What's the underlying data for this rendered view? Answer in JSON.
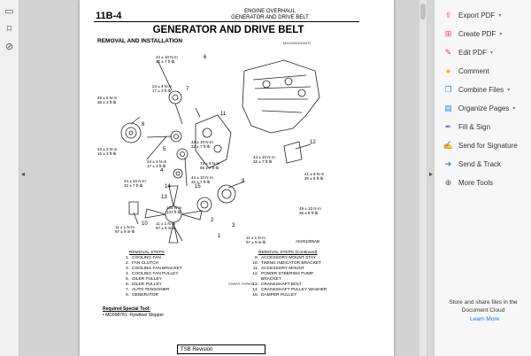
{
  "document": {
    "section": "11B-4",
    "header_lines": [
      "ENGINE OVERHAUL",
      "GENERATOR AND DRIVE BELT"
    ],
    "title": "GENERATOR AND DRIVE BELT",
    "subtitle": "REMOVAL AND INSTALLATION",
    "drawing_code": "M1113001000037",
    "image_code": "AK001095AB",
    "torque_labels": [
      {
        "text": "44 ± 10 N·m\n32 ± 7 ft-lb"
      },
      {
        "text": "24 ± 4 N·m\n17 ± 3 ft-lb"
      },
      {
        "text": "49 ± 5 N·m\n36 ± 3 ft-lb"
      },
      {
        "text": "44 ± 10 N·m\n32 ± 7 ft-lb"
      },
      {
        "text": "22 ± 3 N·m\n16 ± 2 ft-lb"
      },
      {
        "text": "24 ± 4 N·m\n17 ± 3 ft-lb"
      },
      {
        "text": "74 ± 9 N·m\n55 ± 7 ft-lb"
      },
      {
        "text": "44 ± 10 N·m\n32 ± 7 ft-lb"
      },
      {
        "text": "44 ± 10 N·m\n32 ± 7 ft-lb"
      },
      {
        "text": "41 ± 8 N·m\n30 ± 6 ft-lb"
      },
      {
        "text": "49 ± 10 N·m\n36 ± 8 ft-lb"
      },
      {
        "text": "44 ± 10 N·m\n32 ± 7 ft-lb"
      },
      {
        "text": "185 N·m\n137 ft-lb"
      },
      {
        "text": "11 ± 1 N·m\n97 ± 9 in-lb"
      },
      {
        "text": "11 ± 1 N·m\n97 ± 9 in-lb"
      },
      {
        "text": "11 ± 1 N·m\n97 ± 9 in-lb"
      }
    ],
    "part_numbers": [
      "6",
      "7",
      "8",
      "5",
      "11",
      "12",
      "4",
      "9",
      "13",
      "14",
      "15",
      "10",
      "3",
      "2",
      "1"
    ],
    "removal_steps_left": {
      "heading": "REMOVAL STEPS",
      "items": [
        {
          "n": "1.",
          "t": "COOLING FAN"
        },
        {
          "n": "2.",
          "t": "FAN CLUTCH"
        },
        {
          "n": "3.",
          "t": "COOLING FAN BRACKET"
        },
        {
          "n": "4.",
          "t": "COOLING FAN PULLEY"
        },
        {
          "n": "5.",
          "t": "IDLER PULLEY"
        },
        {
          "n": "6.",
          "t": "IDLER PULLEY"
        },
        {
          "n": "7.",
          "t": "AUTO TENSIONER"
        },
        {
          "n": "8.",
          "t": "GENERATOR"
        }
      ]
    },
    "removal_steps_right": {
      "heading": "REMOVAL STEPS (Continued)",
      "items": [
        {
          "n": "9.",
          "t": "ACCESSORY MOUNT STAY"
        },
        {
          "n": "10.",
          "t": "TIMING INDICATOR BRACKET"
        },
        {
          "n": "11.",
          "t": "ACCESSORY MOUNT"
        },
        {
          "n": "12.",
          "t": "POWER STEERING PUMP"
        },
        {
          "n": "",
          "t": "BRACKET"
        },
        {
          "n": "13.",
          "t": "CRANKSHAFT BOLT"
        },
        {
          "n": "14.",
          "t": "CRANKSHAFT PULLEY WASHER"
        },
        {
          "n": "15.",
          "t": "DAMPER PULLEY"
        }
      ]
    },
    "step_marker": ">>A<< >>A<<",
    "required_tool_heading": "Required Special Tool:",
    "required_tool_item": "• MD998781: Flywheel Stopper",
    "tsb_label": "TSB Revision"
  },
  "tools": [
    {
      "label": "Export PDF",
      "icon": "export-pdf-icon",
      "color": "#e0457b",
      "chevron": true
    },
    {
      "label": "Create PDF",
      "icon": "create-pdf-icon",
      "color": "#e0457b",
      "chevron": true
    },
    {
      "label": "Edit PDF",
      "icon": "edit-pdf-icon",
      "color": "#e0457b",
      "chevron": true
    },
    {
      "label": "Comment",
      "icon": "comment-icon",
      "color": "#f2b705",
      "chevron": false
    },
    {
      "label": "Combine Files",
      "icon": "combine-files-icon",
      "color": "#3d7edb",
      "chevron": true
    },
    {
      "label": "Organize Pages",
      "icon": "organize-pages-icon",
      "color": "#3d7edb",
      "chevron": true
    },
    {
      "label": "Fill & Sign",
      "icon": "fill-sign-icon",
      "color": "#8b4fd6",
      "chevron": false
    },
    {
      "label": "Send for Signature",
      "icon": "send-signature-icon",
      "color": "#8b4fd6",
      "chevron": false
    },
    {
      "label": "Send & Track",
      "icon": "send-track-icon",
      "color": "#3d7edb",
      "chevron": false
    },
    {
      "label": "More Tools",
      "icon": "more-tools-icon",
      "color": "#555555",
      "chevron": false
    }
  ],
  "promo_text": "Store and share files in the Document Cloud",
  "promo_link": "Learn More"
}
